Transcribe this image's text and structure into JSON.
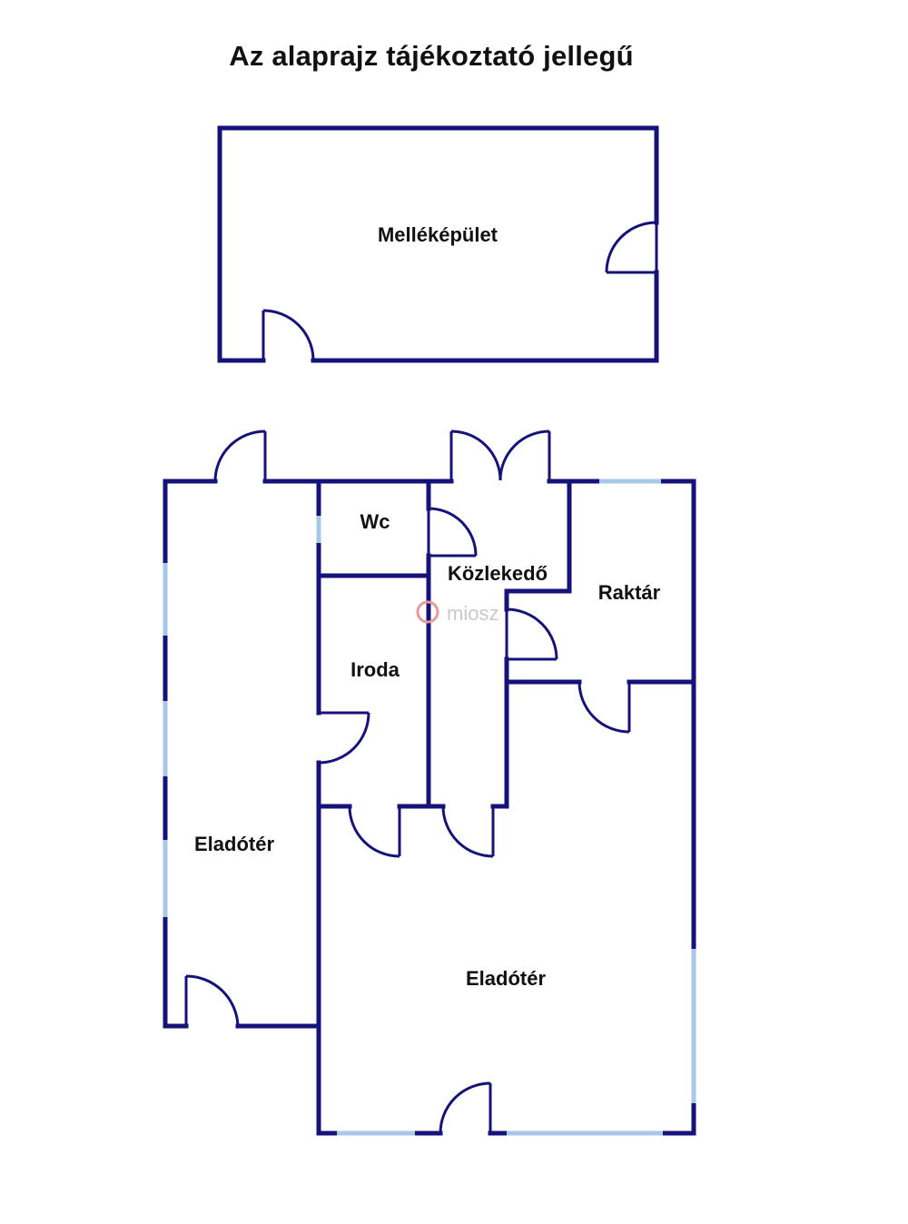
{
  "title": "Az alaprajz tájékoztató jellegű",
  "rooms": {
    "annex": "Melléképület",
    "wc": "Wc",
    "corridor": "Közlekedő",
    "storage": "Raktár",
    "office": "Iroda",
    "sales_left": "Eladótér",
    "sales_main": "Eladótér"
  },
  "watermark": "miosz",
  "colors": {
    "wall": "#15127a",
    "window": "#a9c7e6",
    "text": "#111111"
  }
}
